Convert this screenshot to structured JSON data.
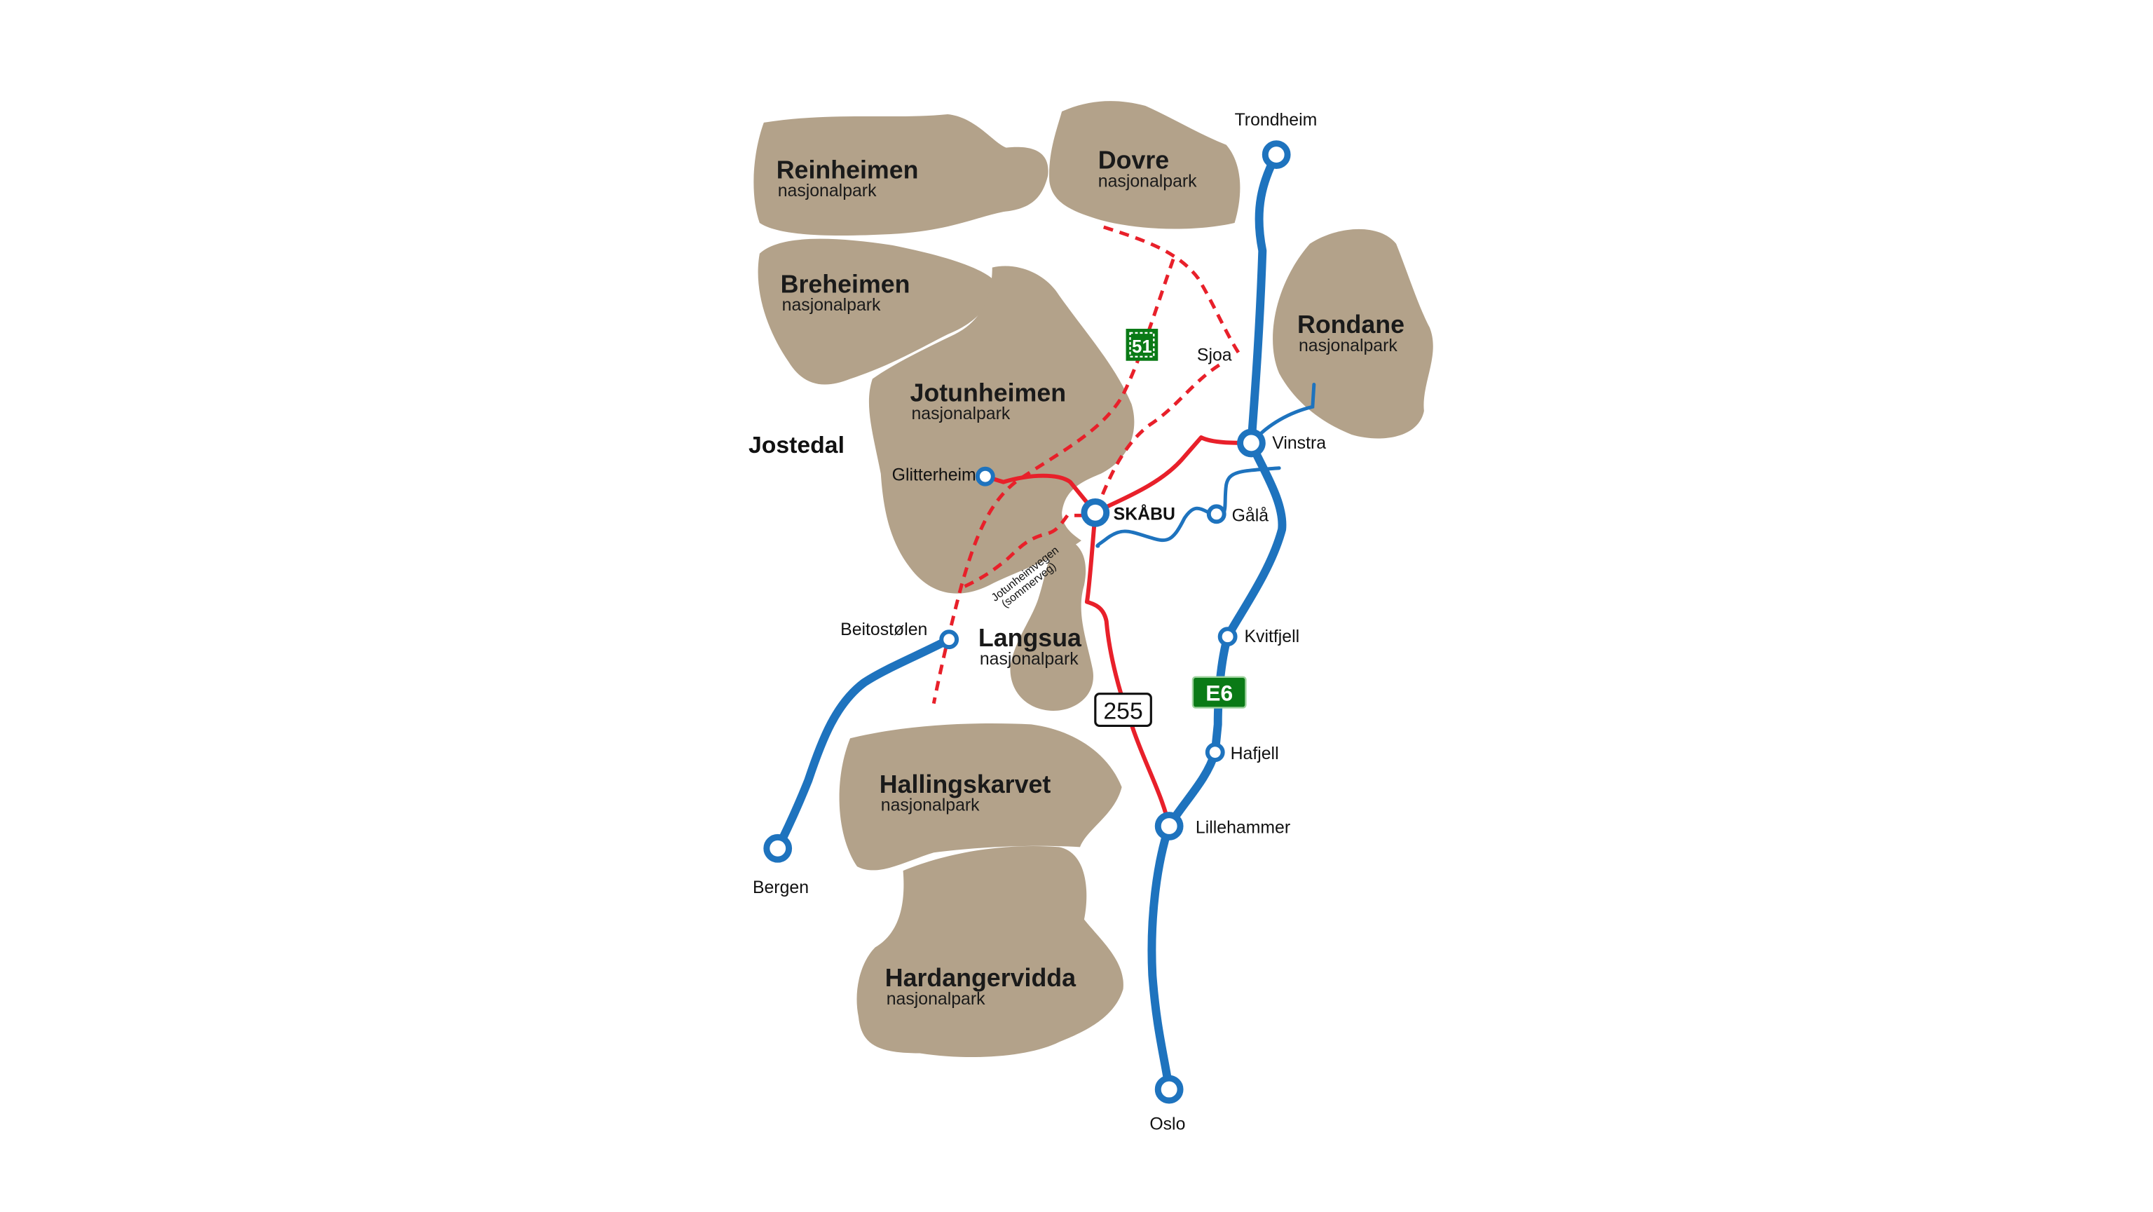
{
  "parks": [
    {
      "name": "Reinheimen",
      "sub": "nasjonalpark"
    },
    {
      "name": "Dovre",
      "sub": "nasjonalpark"
    },
    {
      "name": "Breheimen",
      "sub": "nasjonalpark"
    },
    {
      "name": "Jotunheimen",
      "sub": "nasjonalpark"
    },
    {
      "name": "Rondane",
      "sub": "nasjonalpark"
    },
    {
      "name": "Langsua",
      "sub": "nasjonalpark"
    },
    {
      "name": "Hallingskarvet",
      "sub": "nasjonalpark"
    },
    {
      "name": "Hardangervidda",
      "sub": "nasjonalpark"
    }
  ],
  "region": "Jostedal",
  "places": {
    "trondheim": "Trondheim",
    "sjoa": "Sjoa",
    "vinstra": "Vinstra",
    "glitterheim": "Glitterheim",
    "skabu": "SKÅBU",
    "gala": "Gålå",
    "beitostolen": "Beitostølen",
    "kvitfjell": "Kvitfjell",
    "hafjell": "Hafjell",
    "lillehammer": "Lillehammer",
    "bergen": "Bergen",
    "oslo": "Oslo"
  },
  "roads": {
    "e6": "E6",
    "r255": "255",
    "r51": "51",
    "jotunheimvegen": "Jotunheimvegen",
    "sommerveg": "(sommerveg)"
  },
  "colors": {
    "park": "#b3a28a",
    "road_blue": "#1e73be",
    "road_red": "#e8202a",
    "sign_green": "#0a7a16"
  }
}
